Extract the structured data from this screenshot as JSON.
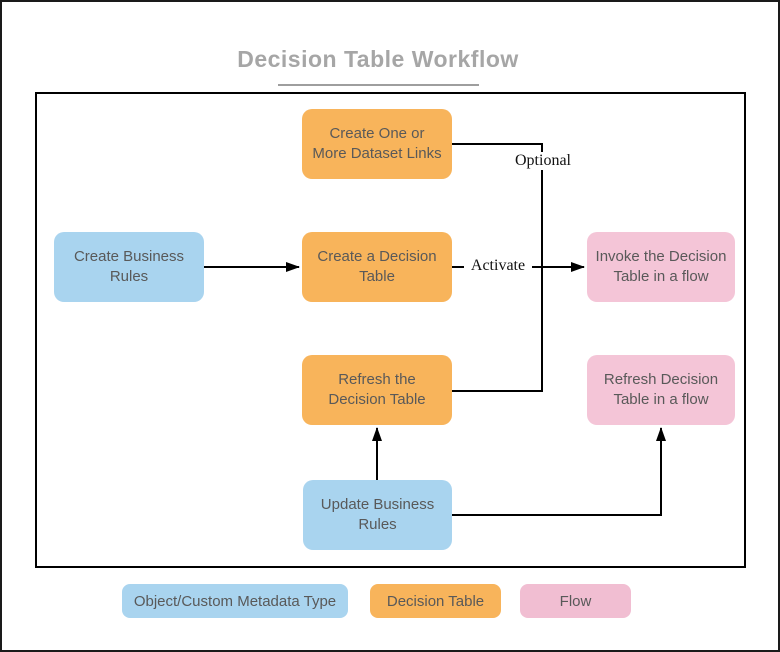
{
  "title": {
    "text": "Decision Table Workflow"
  },
  "diagram": {
    "nodes": [
      {
        "id": "create-dataset-links",
        "type": "decision-table",
        "label": "Create One or\nMore Dataset Links"
      },
      {
        "id": "create-business-rules",
        "type": "object-custom-metadata-type",
        "label": "Create Business\nRules"
      },
      {
        "id": "create-decision-table",
        "type": "decision-table",
        "label": "Create a Decision\nTable"
      },
      {
        "id": "invoke-decision-table-flow",
        "type": "flow",
        "label": "Invoke the Decision\nTable in a flow"
      },
      {
        "id": "refresh-decision-table",
        "type": "decision-table",
        "label": "Refresh the\nDecision Table"
      },
      {
        "id": "refresh-decision-table-flow",
        "type": "flow",
        "label": "Refresh Decision\nTable in a flow"
      },
      {
        "id": "update-business-rules",
        "type": "object-custom-metadata-type",
        "label": "Update Business\nRules"
      }
    ],
    "edges": [
      {
        "from": "create-business-rules",
        "to": "create-decision-table",
        "label": "",
        "arrowhead": true
      },
      {
        "from": "create-decision-table",
        "to": "invoke-decision-table-flow",
        "label": "Activate",
        "arrowhead": true
      },
      {
        "from": "create-dataset-links",
        "to": "refresh-decision-table",
        "label": "Optional",
        "arrowhead": false
      },
      {
        "from": "update-business-rules",
        "to": "refresh-decision-table",
        "label": "",
        "arrowhead": true
      },
      {
        "from": "update-business-rules",
        "to": "refresh-decision-table-flow",
        "label": "",
        "arrowhead": true
      }
    ],
    "edge_labels": {
      "optional": "Optional",
      "activate": "Activate"
    }
  },
  "legend": {
    "items": [
      {
        "label": "Object/Custom Metadata Type",
        "color": "#a9d4ef"
      },
      {
        "label": "Decision Table",
        "color": "#f8b45b"
      },
      {
        "label": "Flow",
        "color": "#f1bed2"
      }
    ]
  },
  "colors": {
    "node_blue": "#a9d4ef",
    "node_orange": "#f8b45b",
    "node_pink": "#f4c5d7",
    "node_text": "#595959",
    "title_text": "#a6a6a6",
    "line": "#000000"
  }
}
